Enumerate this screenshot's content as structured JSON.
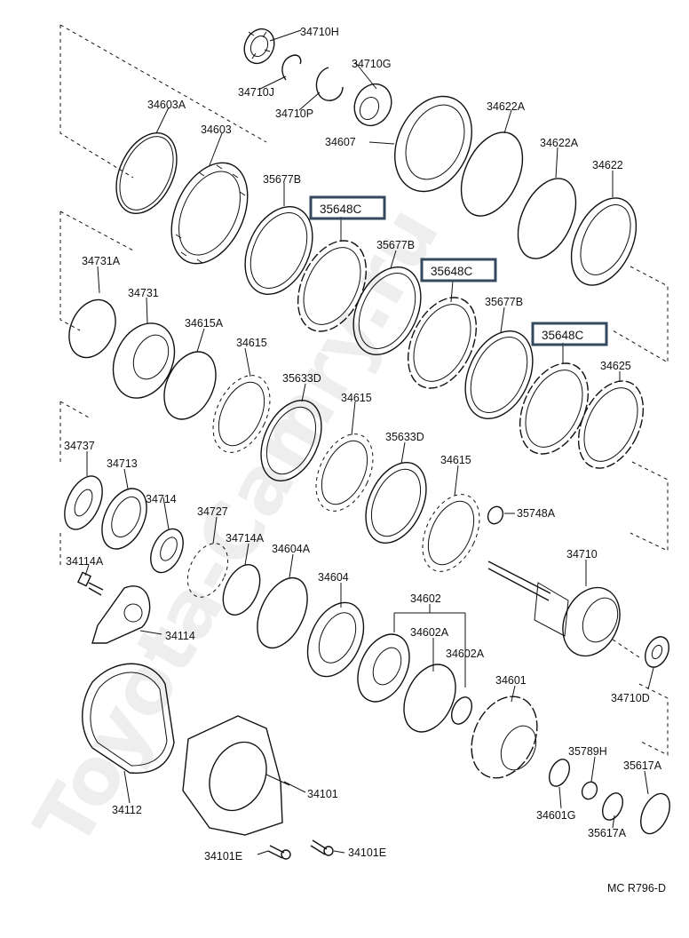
{
  "watermark": "Toyota-Camry.ru",
  "footer_code": "MC  R796-D",
  "highlight_color": "#34495e",
  "parts": {
    "p34710H": "34710H",
    "p34710G": "34710G",
    "p34710J": "34710J",
    "p34710P": "34710P",
    "p34603A": "34603A",
    "p34603": "34603",
    "p34607": "34607",
    "p34622A_1": "34622A",
    "p34622A_2": "34622A",
    "p34622": "34622",
    "p35677B_1": "35677B",
    "p35648C_1": "35648C",
    "p35677B_2": "35677B",
    "p35648C_2": "35648C",
    "p35677B_3": "35677B",
    "p35648C_3": "35648C",
    "p34731A": "34731A",
    "p34731": "34731",
    "p34615A": "34615A",
    "p34615_1": "34615",
    "p35633D_1": "35633D",
    "p34615_2": "34615",
    "p35633D_2": "35633D",
    "p34615_3": "34615",
    "p34625": "34625",
    "p34737": "34737",
    "p34713": "34713",
    "p34714": "34714",
    "p34727": "34727",
    "p34714A": "34714A",
    "p34604A": "34604A",
    "p35748A": "35748A",
    "p34710": "34710",
    "p34114A": "34114A",
    "p34604": "34604",
    "p34602": "34602",
    "p34602A_1": "34602A",
    "p34602A_2": "34602A",
    "p34114": "34114",
    "p34601": "34601",
    "p34710D": "34710D",
    "p35789H": "35789H",
    "p35617A_1": "35617A",
    "p34112": "34112",
    "p34101": "34101",
    "p34601G": "34601G",
    "p35617A_2": "35617A",
    "p34101E_1": "34101E",
    "p34101E_2": "34101E"
  }
}
